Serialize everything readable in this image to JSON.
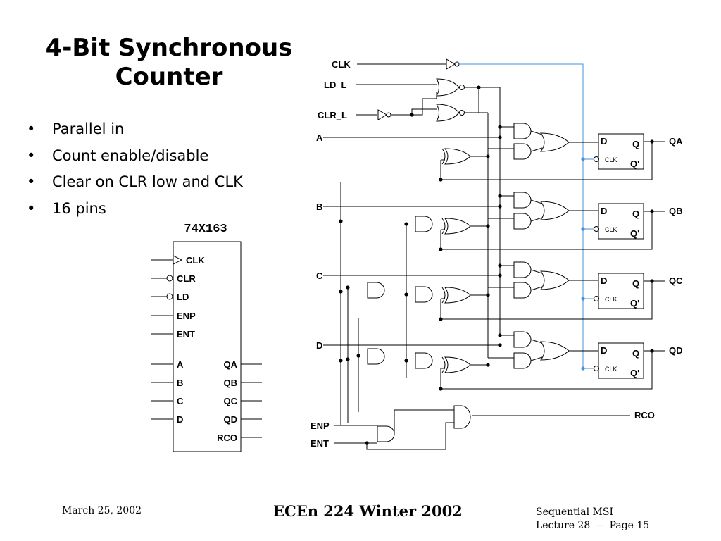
{
  "title": {
    "line1": "4-Bit Synchronous",
    "line2": "Counter"
  },
  "bullets": [
    "Parallel in",
    "Count enable/disable",
    "Clear on CLR low and CLK",
    "16 pins"
  ],
  "chip": {
    "name": "74X163",
    "left_pins": [
      "CLK",
      "CLR",
      "LD",
      "ENP",
      "ENT",
      "A",
      "B",
      "C",
      "D"
    ],
    "right_pins": [
      "QA",
      "QB",
      "QC",
      "QD",
      "RCO"
    ]
  },
  "circuit": {
    "inputs": [
      "CLK",
      "LD_L",
      "CLR_L",
      "A",
      "B",
      "C",
      "D",
      "ENP",
      "ENT"
    ],
    "flipflop": {
      "d": "D",
      "q": "Q",
      "qn": "Q'",
      "clk": "CLK"
    },
    "outputs": [
      "QA",
      "QB",
      "QC",
      "QD",
      "RCO"
    ],
    "clock_line_color": "#4a90d9"
  },
  "footer": {
    "date": "March 25, 2002",
    "course": "ECEn 224 Winter 2002",
    "topic_line1": "Sequential MSI",
    "topic_line2": "Lecture 28  --  Page 15"
  }
}
